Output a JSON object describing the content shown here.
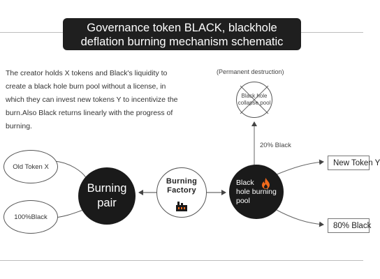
{
  "title": {
    "line1": "Governance token BLACK, blackhole",
    "line2": "deflation burning mechanism schematic"
  },
  "description": "The creator holds X tokens and Black's liquidity to create a black hole burn pool without a license, in which they can invest new tokens Y to incentivize the burn.Also Black returns linearly with the progress of burning.",
  "permanent_destruction_label": "(Permanent destruction)",
  "nodes": {
    "collapse_pool": {
      "line1": "Black hole",
      "line2": "collapse pool"
    },
    "old_token": "Old Token X",
    "black_100": "100%Black",
    "burning_pair": {
      "line1": "Burning",
      "line2": "pair"
    },
    "burning_factory": {
      "line1": "Burning",
      "line2": "Factory"
    },
    "burning_pool": {
      "line1": "Black",
      "line2": "hole burning",
      "line3": "pool"
    }
  },
  "edge_labels": {
    "to_collapse": "20% Black"
  },
  "outputs": {
    "new_token": "New Token Y",
    "black_80": "80% Black"
  },
  "icons": [
    "flame-icon",
    "factory-icon",
    "cross-out-icon"
  ],
  "colors": {
    "dark": "#1a1a1a",
    "flame": "#f26a1b",
    "line": "#555555"
  }
}
